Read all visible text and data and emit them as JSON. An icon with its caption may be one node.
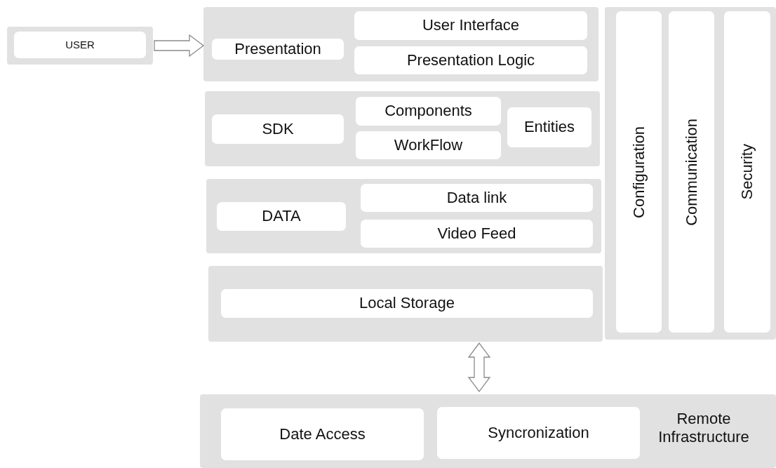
{
  "diagram": {
    "nodes": [
      {
        "text": [],
        "shape": "box"
      },
      {
        "text": [
          "USER"
        ],
        "in": 0
      },
      {
        "text": [],
        "shape": "box"
      },
      {
        "text": [
          "Presentation"
        ],
        "in": 2
      },
      {
        "text": [
          "User Interface"
        ],
        "in": 2
      },
      {
        "text": [
          "Presentation Logic"
        ],
        "in": 2
      },
      {
        "text": [],
        "shape": "box"
      },
      {
        "text": [
          "SDK"
        ],
        "in": 6
      },
      {
        "text": [
          "Components"
        ],
        "in": 6
      },
      {
        "text": [
          "WorkFlow"
        ],
        "in": 6
      },
      {
        "text": [
          "Entities"
        ],
        "in": 6
      },
      {
        "text": [],
        "shape": "box"
      },
      {
        "text": [
          "DATA"
        ],
        "in": 11
      },
      {
        "text": [
          "Data link"
        ],
        "in": 11
      },
      {
        "text": [
          "Video Feed"
        ],
        "in": 11
      },
      {
        "text": [],
        "shape": "box"
      },
      {
        "text": [
          "Local Storage"
        ],
        "in": 15
      },
      {
        "text": [],
        "shape": "box"
      },
      {
        "text": [
          "Configuration"
        ],
        "in": 17
      },
      {
        "text": [
          "Communication"
        ],
        "in": 17
      },
      {
        "text": [
          "Security"
        ],
        "in": 17
      },
      {
        "text": [
          "Remote Infrastructure"
        ]
      },
      {
        "text": [
          "Date Access"
        ],
        "in": 21
      },
      {
        "text": [
          "Syncronization"
        ],
        "in": 21
      }
    ],
    "edges": [
      {
        "from": 0,
        "to": 2,
        "arrow": "to"
      },
      {
        "from": 15,
        "to": 21,
        "arrow": "both"
      }
    ]
  }
}
